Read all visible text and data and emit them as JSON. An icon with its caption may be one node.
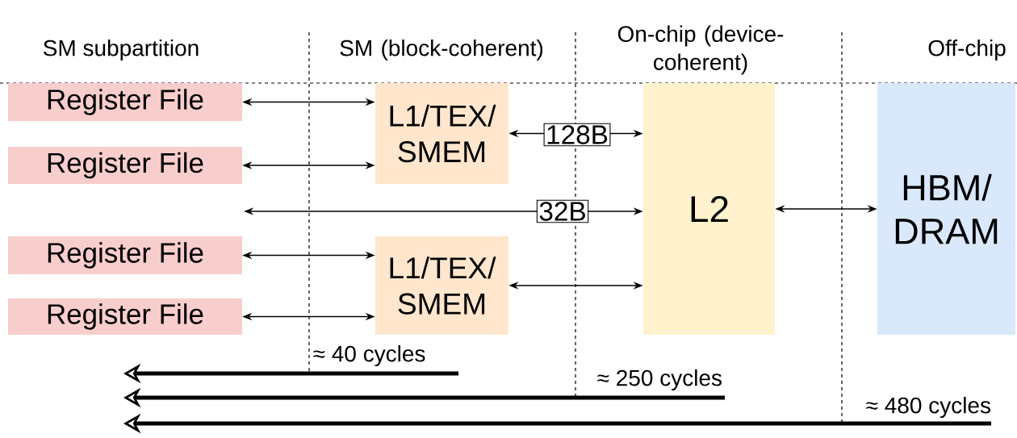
{
  "diagram": {
    "nodes": [
      {
        "text": [
          "Register File"
        ]
      },
      {
        "text": [
          "Register File"
        ]
      },
      {
        "text": [
          "Register File"
        ]
      },
      {
        "text": [
          "Register File"
        ]
      },
      {
        "text": [
          "L1/TEX/ SMEM"
        ]
      },
      {
        "text": [
          "L1/TEX/ SMEM"
        ]
      },
      {
        "text": [
          "L2"
        ]
      },
      {
        "text": [
          "HBM/ DRAM"
        ]
      }
    ],
    "edges": [
      {
        "from": 0,
        "to": 4,
        "arrow": "both"
      },
      {
        "from": 1,
        "to": 4,
        "arrow": "both"
      },
      {
        "from": 4,
        "to": 6,
        "arrow": "both",
        "label": "128B"
      },
      {
        "from": null,
        "to": 6,
        "arrow": "both",
        "label": "32B"
      },
      {
        "from": 2,
        "to": 5,
        "arrow": "both"
      },
      {
        "from": 3,
        "to": 5,
        "arrow": "both"
      },
      {
        "from": 5,
        "to": 6,
        "arrow": "both"
      },
      {
        "from": 6,
        "to": 7,
        "arrow": "both"
      }
    ],
    "labels": [
      "SM subpartition",
      "SM (block-coherent)",
      "On-chip (device-coherent)",
      "Off-chip",
      "≈ 40 cycles",
      "≈ 250 cycles",
      "≈ 480 cycles"
    ]
  }
}
